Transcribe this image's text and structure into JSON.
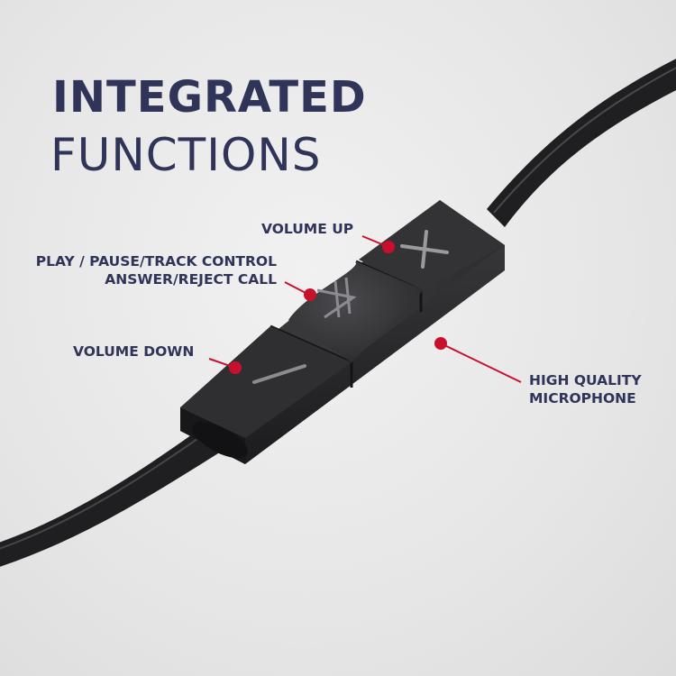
{
  "header": {
    "title": "INTEGRATED",
    "subtitle": "FUNCTIONS"
  },
  "callouts": {
    "volume_up": "VOLUME UP",
    "play_pause_line1": "PLAY / PAUSE/TRACK CONTROL",
    "play_pause_line2": "ANSWER/REJECT CALL",
    "volume_down": "VOLUME DOWN",
    "microphone_line1": "HIGH QUALITY",
    "microphone_line2": "MICROPHONE"
  },
  "colors": {
    "heading": "#2f3458",
    "accent": "#c8102e",
    "cable": "#1f1f21",
    "remote_body": "#2b2b2d",
    "background": "#e6e6e6"
  },
  "icons": {
    "volume_up_button": "plus-icon",
    "play_pause_button": "play-pause-icon",
    "volume_down_button": "minus-icon"
  }
}
